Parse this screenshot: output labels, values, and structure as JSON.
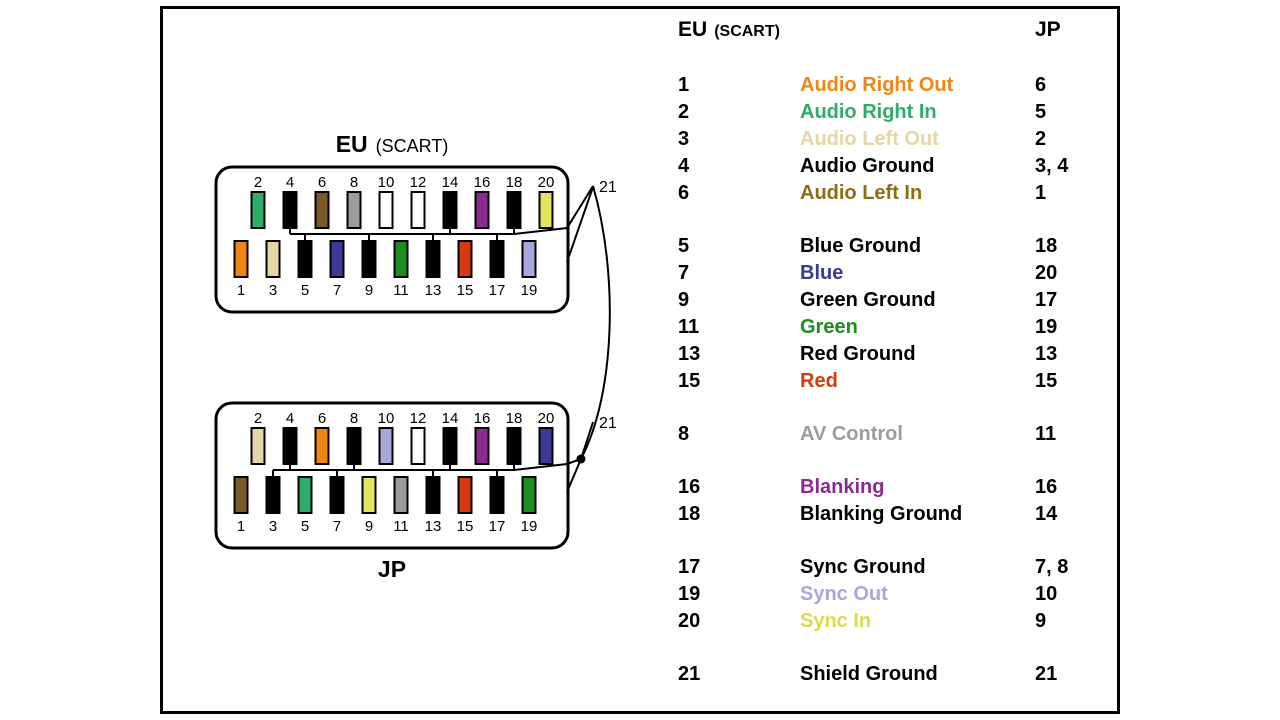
{
  "table": {
    "header": {
      "eu": "EU",
      "eu_sub": "(SCART)",
      "jp": "JP"
    },
    "groups": [
      {
        "rows": [
          {
            "eu": "1",
            "name": "Audio Right Out",
            "color": "#F08613",
            "jp": "6"
          },
          {
            "eu": "2",
            "name": "Audio Right In",
            "color": "#2EAD68",
            "jp": "5"
          },
          {
            "eu": "3",
            "name": "Audio Left Out",
            "color": "#E6D5A7",
            "jp": "2"
          },
          {
            "eu": "4",
            "name": "Audio Ground",
            "color": "#000000",
            "jp": "3, 4"
          },
          {
            "eu": "6",
            "name": "Audio Left In",
            "color": "#8F6E12",
            "jp": "1"
          }
        ]
      },
      {
        "rows": [
          {
            "eu": "5",
            "name": "Blue Ground",
            "color": "#000000",
            "jp": "18"
          },
          {
            "eu": "7",
            "name": "Blue",
            "color": "#3B3A97",
            "jp": "20"
          },
          {
            "eu": "9",
            "name": "Green Ground",
            "color": "#000000",
            "jp": "17"
          },
          {
            "eu": "11",
            "name": "Green",
            "color": "#1E8C1E",
            "jp": "19"
          },
          {
            "eu": "13",
            "name": "Red Ground",
            "color": "#000000",
            "jp": "13"
          },
          {
            "eu": "15",
            "name": "Red",
            "color": "#D8390F",
            "jp": "15"
          }
        ]
      },
      {
        "rows": [
          {
            "eu": "8",
            "name": "AV Control",
            "color": "#9C9C9C",
            "jp": "11"
          }
        ]
      },
      {
        "rows": [
          {
            "eu": "16",
            "name": "Blanking",
            "color": "#8A2B8F",
            "jp": "16"
          },
          {
            "eu": "18",
            "name": "Blanking Ground",
            "color": "#000000",
            "jp": "14"
          }
        ]
      },
      {
        "rows": [
          {
            "eu": "17",
            "name": "Sync Ground",
            "color": "#000000",
            "jp": "7, 8"
          },
          {
            "eu": "19",
            "name": "Sync Out",
            "color": "#A7A7DB",
            "jp": "10"
          },
          {
            "eu": "20",
            "name": "Sync In",
            "color": "#D9DC4A",
            "jp": "9"
          }
        ]
      },
      {
        "rows": [
          {
            "eu": "21",
            "name": "Shield Ground",
            "color": "#000000",
            "jp": "21"
          }
        ]
      }
    ]
  },
  "connectors": {
    "eu": {
      "title": "EU",
      "subtitle": "(SCART)",
      "shield_label": "21",
      "top_pins": [
        {
          "n": "2",
          "color": "#2EAD68"
        },
        {
          "n": "4",
          "color": "#000000"
        },
        {
          "n": "6",
          "color": "#7A5A28"
        },
        {
          "n": "8",
          "color": "#9C9C9C"
        },
        {
          "n": "10",
          "color": "#FFFFFF"
        },
        {
          "n": "12",
          "color": "#FFFFFF"
        },
        {
          "n": "14",
          "color": "#000000"
        },
        {
          "n": "16",
          "color": "#8A2B8F"
        },
        {
          "n": "18",
          "color": "#000000"
        },
        {
          "n": "20",
          "color": "#E4E45C"
        }
      ],
      "bottom_pins": [
        {
          "n": "1",
          "color": "#F08613"
        },
        {
          "n": "3",
          "color": "#E6D5A7"
        },
        {
          "n": "5",
          "color": "#000000"
        },
        {
          "n": "7",
          "color": "#3B3A97"
        },
        {
          "n": "9",
          "color": "#000000"
        },
        {
          "n": "11",
          "color": "#1E8C1E"
        },
        {
          "n": "13",
          "color": "#000000"
        },
        {
          "n": "15",
          "color": "#D8390F"
        },
        {
          "n": "17",
          "color": "#000000"
        },
        {
          "n": "19",
          "color": "#A7A7DB"
        }
      ]
    },
    "jp": {
      "title": "JP",
      "subtitle": "",
      "shield_label": "21",
      "top_pins": [
        {
          "n": "2",
          "color": "#E6D5A7"
        },
        {
          "n": "4",
          "color": "#000000"
        },
        {
          "n": "6",
          "color": "#F08613"
        },
        {
          "n": "8",
          "color": "#000000"
        },
        {
          "n": "10",
          "color": "#A7A7DB"
        },
        {
          "n": "12",
          "color": "#FFFFFF"
        },
        {
          "n": "14",
          "color": "#000000"
        },
        {
          "n": "16",
          "color": "#8A2B8F"
        },
        {
          "n": "18",
          "color": "#000000"
        },
        {
          "n": "20",
          "color": "#3B3A97"
        }
      ],
      "bottom_pins": [
        {
          "n": "1",
          "color": "#7A5A28"
        },
        {
          "n": "3",
          "color": "#000000"
        },
        {
          "n": "5",
          "color": "#2EAD68"
        },
        {
          "n": "7",
          "color": "#000000"
        },
        {
          "n": "9",
          "color": "#E4E45C"
        },
        {
          "n": "11",
          "color": "#9C9C9C"
        },
        {
          "n": "13",
          "color": "#000000"
        },
        {
          "n": "15",
          "color": "#D8390F"
        },
        {
          "n": "17",
          "color": "#000000"
        },
        {
          "n": "19",
          "color": "#1E8C1E"
        }
      ]
    }
  }
}
